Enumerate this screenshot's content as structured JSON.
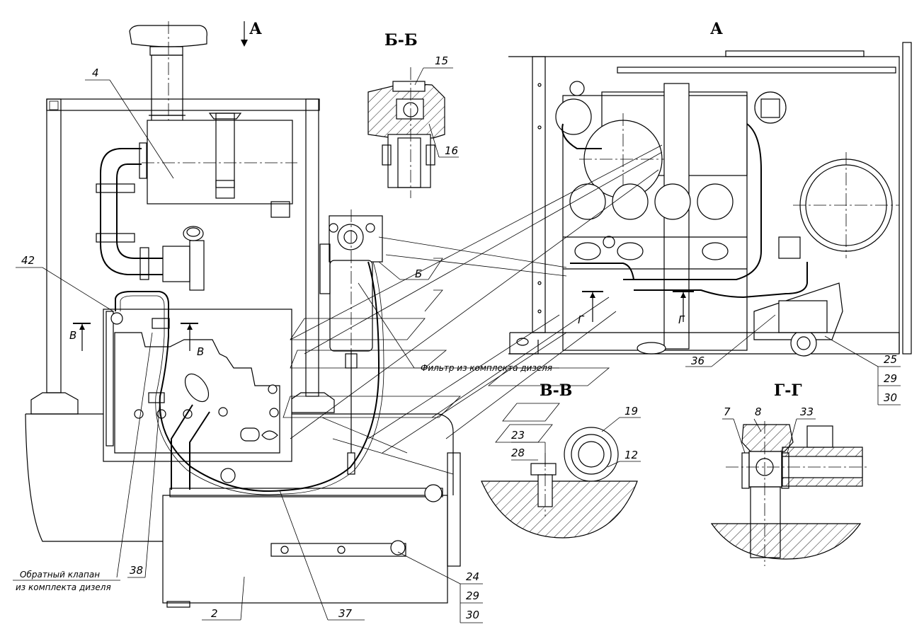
{
  "sections": {
    "view_a_arrow": "А",
    "view_a": "А",
    "section_bb": "Б-Б",
    "section_vv": "В-В",
    "section_gg": "Г-Г"
  },
  "cut_marks": {
    "b": "Б",
    "v_left": "В",
    "v_right": "В",
    "g_left": "Г",
    "g_right": "Г"
  },
  "callouts": {
    "c4": "4",
    "c42": "42",
    "c15": "15",
    "c16": "16",
    "c2": "2",
    "c37": "37",
    "c38": "38",
    "c24": "24",
    "c29a": "29",
    "c30a": "30",
    "c36": "36",
    "c25": "25",
    "c29b": "29",
    "c30b": "30",
    "c19": "19",
    "c12": "12",
    "c23": "23",
    "c28": "28",
    "c7": "7",
    "c8": "8",
    "c33": "33"
  },
  "notes": {
    "filter": "Фильтр  из комплекта дизеля",
    "valve_line1": "Обратный клапан",
    "valve_line2": "из комплекта дизеля"
  }
}
